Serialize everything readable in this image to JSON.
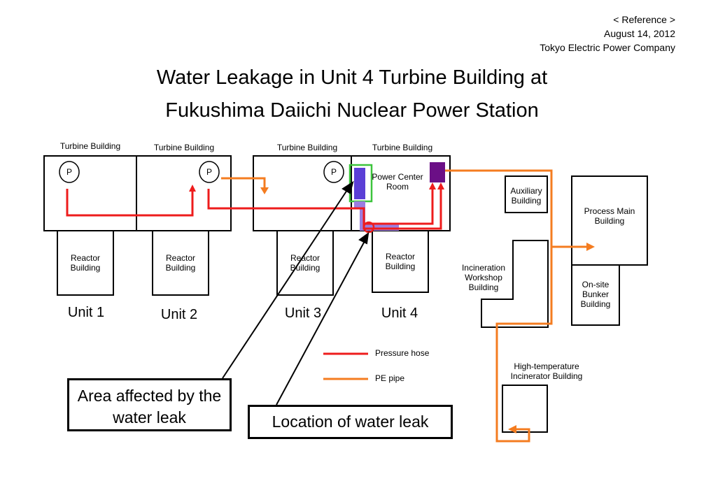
{
  "header": {
    "reference": "< Reference >",
    "date": "August 14, 2012",
    "company": "Tokyo Electric Power Company"
  },
  "title": {
    "line1": "Water Leakage in Unit 4 Turbine Building at",
    "line2": "Fukushima Daiichi Nuclear Power Station"
  },
  "buildings": {
    "turbine": "Turbine Building",
    "reactor": "Reactor Building",
    "power_center": "Power Center Room",
    "auxiliary": "Auxiliary Building",
    "process_main": "Process Main Building",
    "incineration": "Incineration Workshop Building",
    "onsite_bunker": "On-site Bunker Building",
    "high_temp": "High-temperature Incinerator Building"
  },
  "pump_label": "P",
  "units": [
    "Unit 1",
    "Unit 2",
    "Unit 3",
    "Unit 4"
  ],
  "legend": {
    "pressure_hose": "Pressure hose",
    "pe_pipe": "PE pipe"
  },
  "colors": {
    "pressure_hose": "#ee1c1c",
    "pe_pipe": "#f47c20",
    "affected_area": "#5b3fd6",
    "affected_outline": "#3cc43c",
    "equipment": "#6b0f86"
  },
  "callouts": {
    "affected_area": "Area affected by the water leak",
    "leak_location": "Location of water leak"
  }
}
